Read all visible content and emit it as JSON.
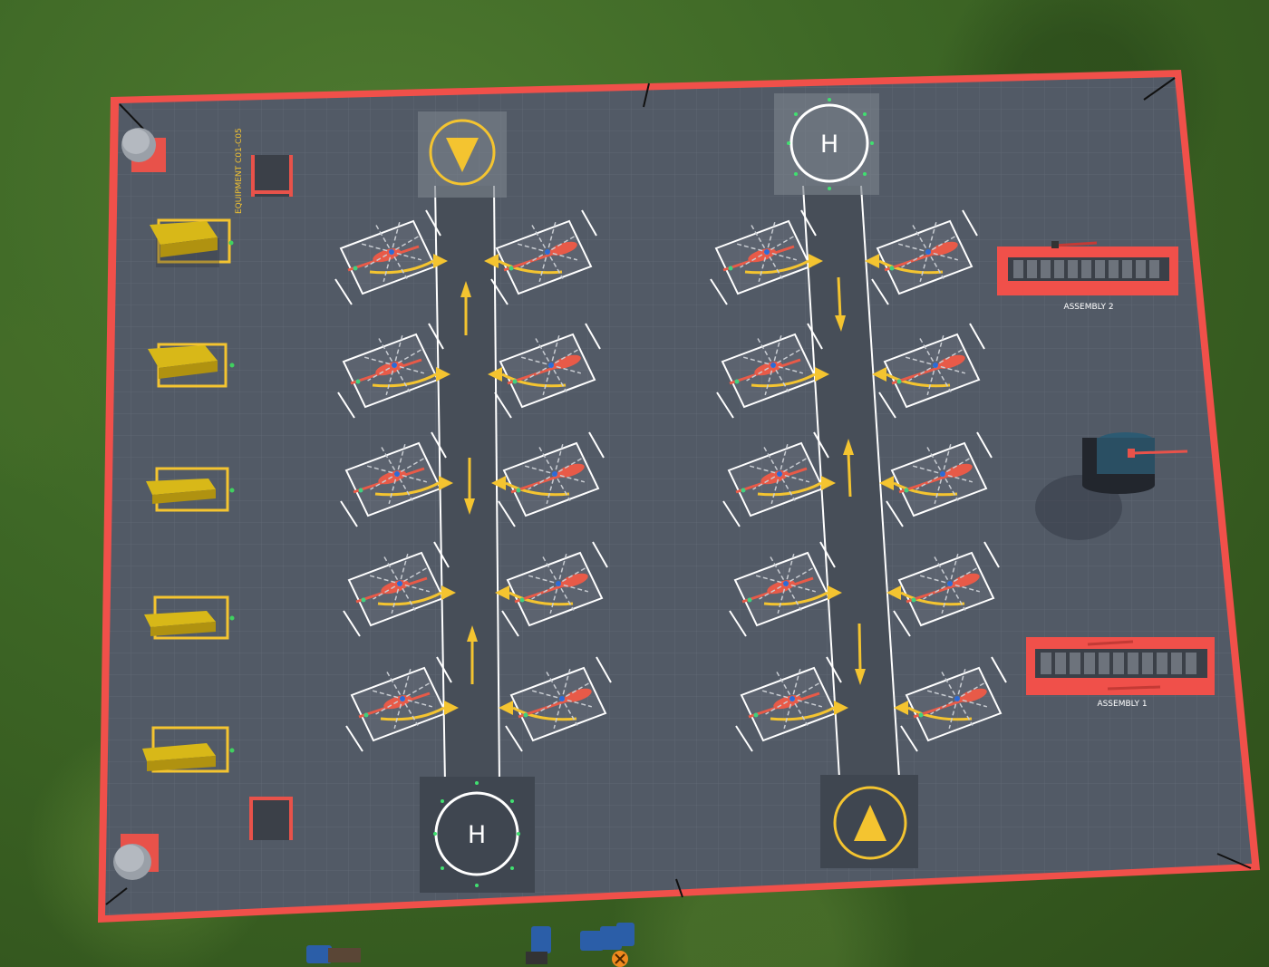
{
  "colors": {
    "platform": "#525a66",
    "border": "#f0504a",
    "grid": "#5d6571",
    "lane": "#454c56",
    "line": "#ffffff",
    "yellow": "#f4c430",
    "helicopter": "#e85a48",
    "container": "#d3b418",
    "pad": "#3f4650"
  },
  "labels": {
    "equipment": "EQUIPMENT C01-C05",
    "assembly_top": "ASSEMBLY 2",
    "assembly_bottom": "ASSEMBLY 1",
    "helipad_letter": "H"
  },
  "layout": {
    "parking_rows_per_column": 5,
    "helicopter_columns": 4,
    "equipment_containers": 5
  },
  "icons": [
    "arrow-down-icon",
    "arrow-up-icon",
    "helipad-h-icon",
    "close-icon"
  ]
}
